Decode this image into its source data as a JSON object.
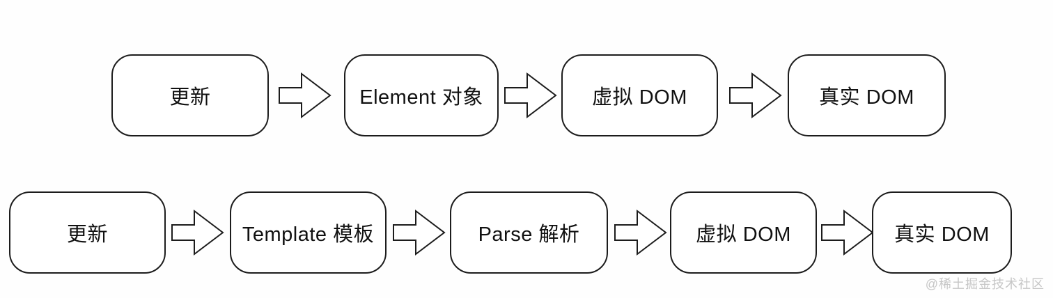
{
  "diagram": {
    "title_hint": "",
    "colors": {
      "background": "#fefefe",
      "node_fill": "#ffffff",
      "stroke": "#1c1c1c",
      "text": "#111111",
      "watermark": "#c6c6c6"
    },
    "flows": [
      {
        "nodes": [
          "更新",
          "Element 对象",
          "虚拟 DOM",
          "真实 DOM"
        ]
      },
      {
        "nodes": [
          "更新",
          "Template 模板",
          "Parse 解析",
          "虚拟 DOM",
          "真实 DOM"
        ]
      }
    ],
    "watermark": "@稀土掘金技术社区"
  }
}
